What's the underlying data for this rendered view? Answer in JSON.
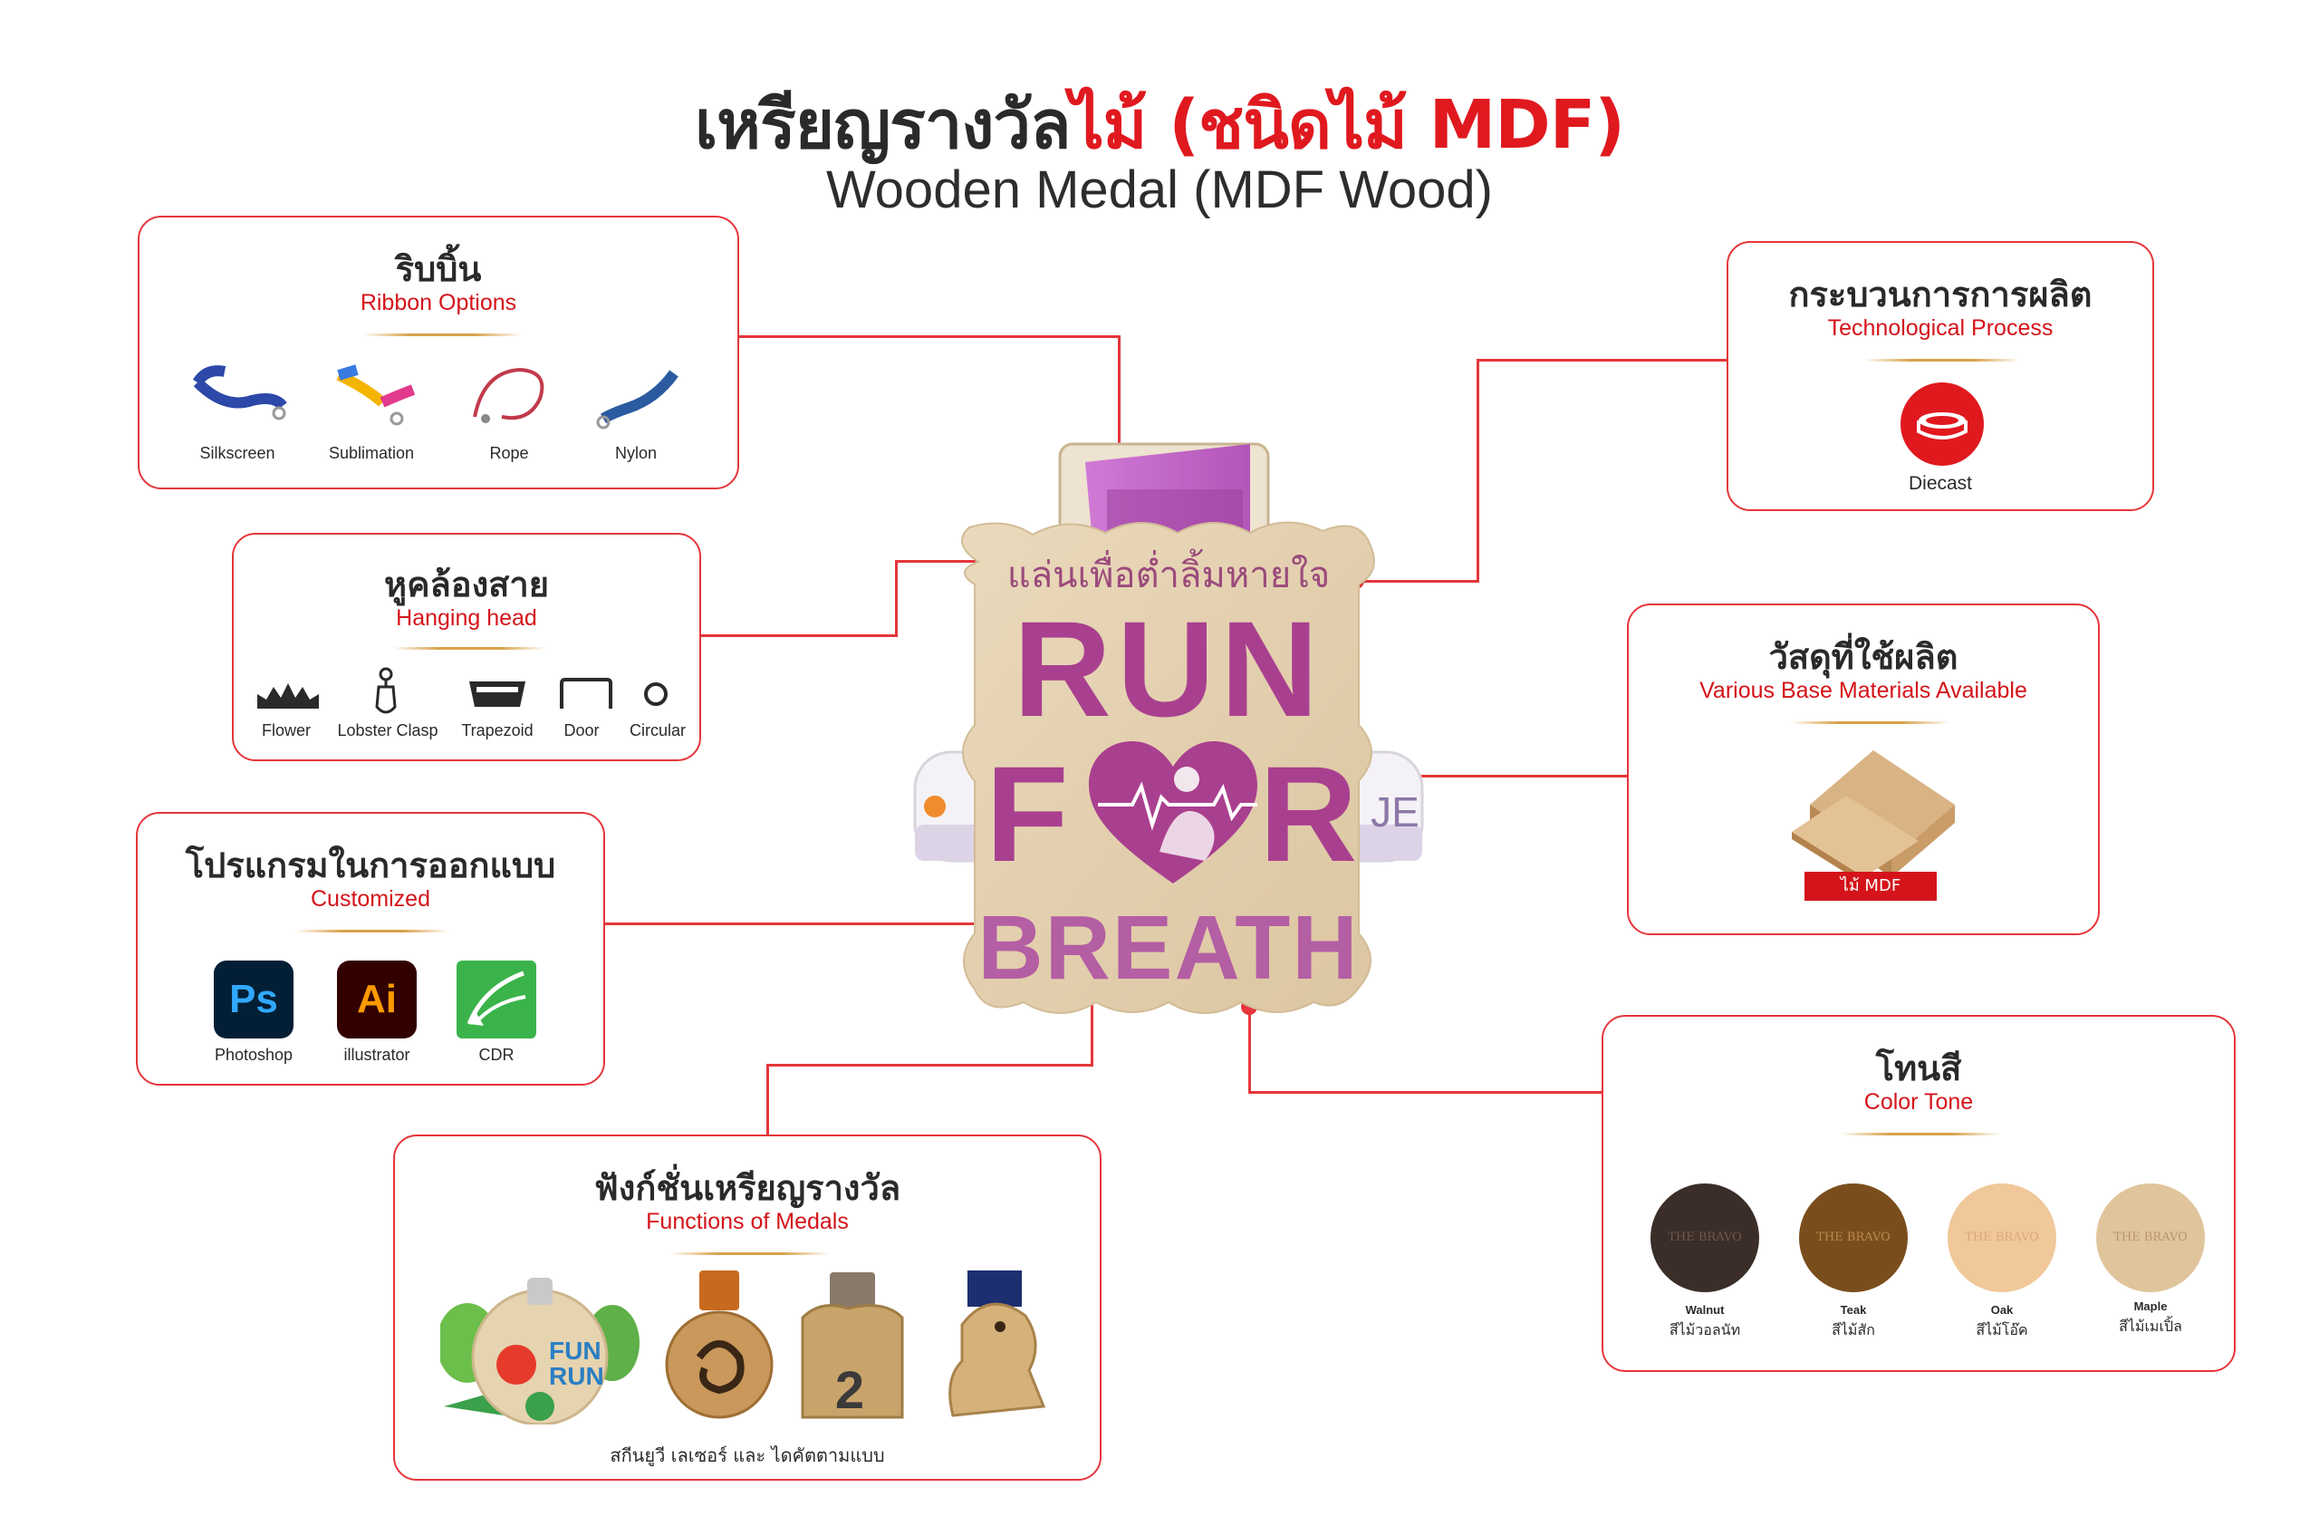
{
  "title": {
    "th_main": "เหรียญรางวัล",
    "th_red": "ไม้ (ชนิดไม้ MDF)",
    "en": "Wooden Medal (MDF Wood)"
  },
  "colors": {
    "accent": "#e5363b",
    "text": "#2a2a2a",
    "gold": "#d8a24a",
    "medal_purple": "#a9408f"
  },
  "ribbon": {
    "title_th": "ริบบิ้น",
    "title_en": "Ribbon Options",
    "items": [
      "Silkscreen",
      "Sublimation",
      "Rope",
      "Nylon"
    ]
  },
  "hanging": {
    "title_th": "หูคล้องสาย",
    "title_en": "Hanging head",
    "items": [
      "Flower",
      "Lobster Clasp",
      "Trapezoid",
      "Door",
      "Circular"
    ]
  },
  "software": {
    "title_th": "โปรแกรมในการออกแบบ",
    "title_en": "Customized",
    "items": [
      {
        "label": "Photoshop",
        "icon_text": "Ps"
      },
      {
        "label": "illustrator",
        "icon_text": "Ai"
      },
      {
        "label": "CDR",
        "icon_text": ""
      }
    ]
  },
  "functions": {
    "title_th": "ฟังก์ชั่นเหรียญรางวัล",
    "title_en": "Functions of Medals",
    "caption": "สกีนยูวี เลเซอร์ และ ไดคัตตามแบบ",
    "sample1_line1": "FUN",
    "sample1_line2": "RUN",
    "sample3_number": "2"
  },
  "process": {
    "title_th": "กระบวนการการผลิต",
    "title_en": "Technological Process",
    "item": "Diecast"
  },
  "materials": {
    "title_th": "วัสดุที่ใช้ผลิต",
    "title_en": "Various Base Materials Available",
    "tag": "ไม้ MDF"
  },
  "tones": {
    "title_th": "โทนสี",
    "title_en": "Color Tone",
    "logo_text": "THE BRAVO",
    "items": [
      {
        "en": "Walnut",
        "th": "สีไม้วอลนัท",
        "color": "#3b2d28"
      },
      {
        "en": "Teak",
        "th": "สีไม้สัก",
        "color": "#7a4e1c"
      },
      {
        "en": "Oak",
        "th": "สีไม้โอ๊ค",
        "color": "#f0c89a"
      },
      {
        "en": "Maple",
        "th": "สีไม้เมเปิ้ล",
        "color": "#e0c49c"
      }
    ]
  },
  "medal": {
    "top_text": "แล่นเพื่อต่ำลิ้มหายใจ",
    "line1": "RUN",
    "line2_f": "F",
    "line2_r": "R",
    "line3": "BREATH",
    "ribbon_side_text": "JE"
  }
}
